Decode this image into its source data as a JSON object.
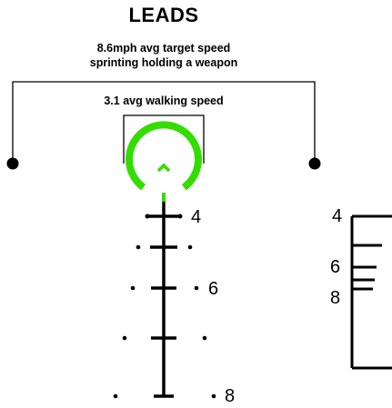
{
  "title": "LEADS",
  "leads": {
    "outer_line1": "8.6mph avg target speed",
    "outer_line2": "sprinting holding a weapon",
    "inner": "3.1 avg walking speed"
  },
  "reticle_labels": [
    "4",
    "6",
    "8"
  ],
  "rangefinder_labels": [
    "4",
    "6",
    "8"
  ],
  "colors": {
    "ring": "#33dd00",
    "ink": "#000000",
    "background": "#ffffff"
  }
}
